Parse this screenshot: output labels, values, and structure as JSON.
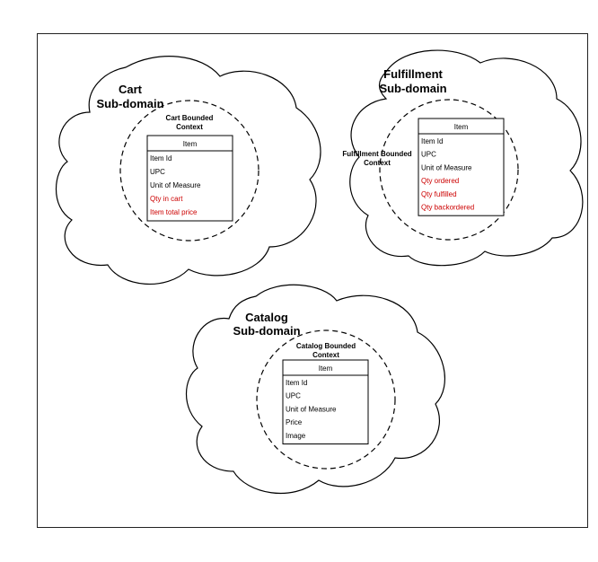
{
  "subdomains": [
    {
      "title": [
        "Cart",
        "Sub-domain"
      ],
      "bounded_context": [
        "Cart Bounded",
        "Context"
      ],
      "entity": "Item",
      "attributes": [
        {
          "label": "Item Id",
          "color": "#000000"
        },
        {
          "label": "UPC",
          "color": "#000000"
        },
        {
          "label": "Unit of Measure",
          "color": "#000000"
        },
        {
          "label": "Qty in cart",
          "color": "#cc0000"
        },
        {
          "label": "Item total price",
          "color": "#cc0000"
        }
      ]
    },
    {
      "title": [
        "Fulfillment",
        "Sub-domain"
      ],
      "bounded_context": [
        "Fulfillment Bounded",
        "Context"
      ],
      "entity": "Item",
      "attributes": [
        {
          "label": "Item Id",
          "color": "#000000"
        },
        {
          "label": "UPC",
          "color": "#000000"
        },
        {
          "label": "Unit of Measure",
          "color": "#000000"
        },
        {
          "label": "Qty ordered",
          "color": "#cc0000"
        },
        {
          "label": "Qty fulfilled",
          "color": "#cc0000"
        },
        {
          "label": "Qty backordered",
          "color": "#cc0000"
        }
      ]
    },
    {
      "title": [
        "Catalog",
        "Sub-domain"
      ],
      "bounded_context": [
        "Catalog Bounded",
        "Context"
      ],
      "entity": "Item",
      "attributes": [
        {
          "label": "Item Id",
          "color": "#000000"
        },
        {
          "label": "UPC",
          "color": "#000000"
        },
        {
          "label": "Unit of Measure",
          "color": "#000000"
        },
        {
          "label": "Price",
          "color": "#000000"
        },
        {
          "label": "Image",
          "color": "#000000"
        }
      ]
    }
  ]
}
